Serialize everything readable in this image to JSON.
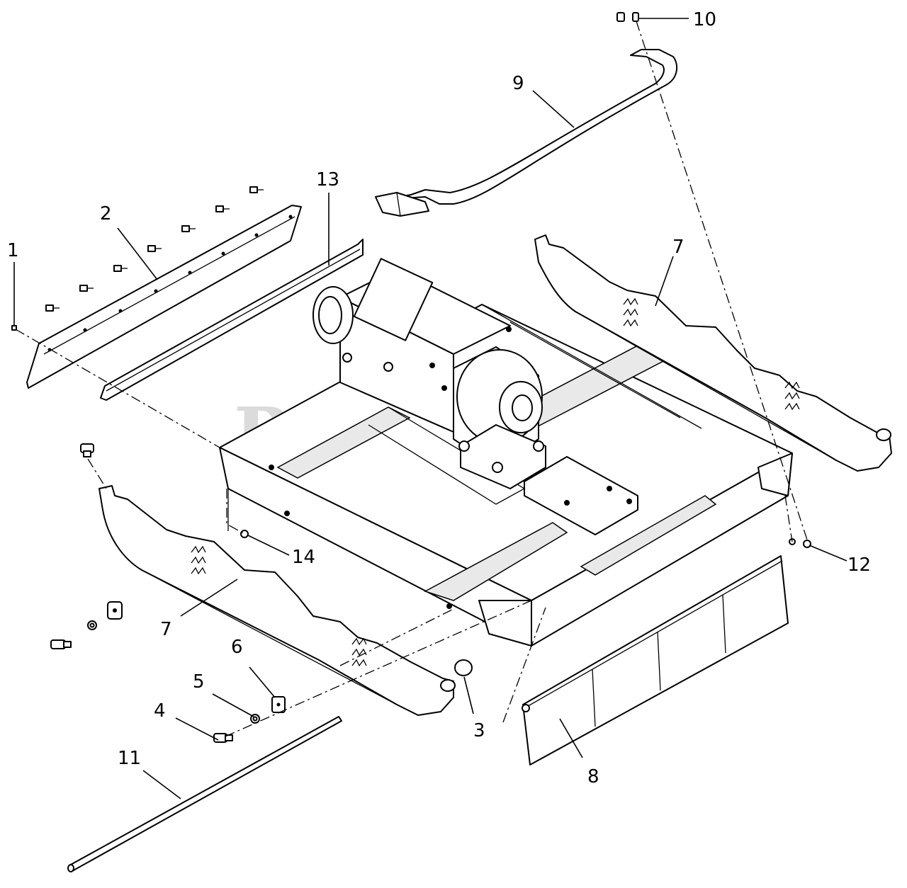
{
  "watermark": "PartsTree",
  "callouts": [
    {
      "id": "1",
      "label": "1"
    },
    {
      "id": "2",
      "label": "2"
    },
    {
      "id": "3",
      "label": "3"
    },
    {
      "id": "4",
      "label": "4"
    },
    {
      "id": "5",
      "label": "5"
    },
    {
      "id": "6",
      "label": "6"
    },
    {
      "id": "7a",
      "label": "7"
    },
    {
      "id": "7b",
      "label": "7"
    },
    {
      "id": "8",
      "label": "8"
    },
    {
      "id": "9",
      "label": "9"
    },
    {
      "id": "10",
      "label": "10"
    },
    {
      "id": "11",
      "label": "11"
    },
    {
      "id": "12",
      "label": "12"
    },
    {
      "id": "13",
      "label": "13"
    },
    {
      "id": "14",
      "label": "14"
    }
  ]
}
